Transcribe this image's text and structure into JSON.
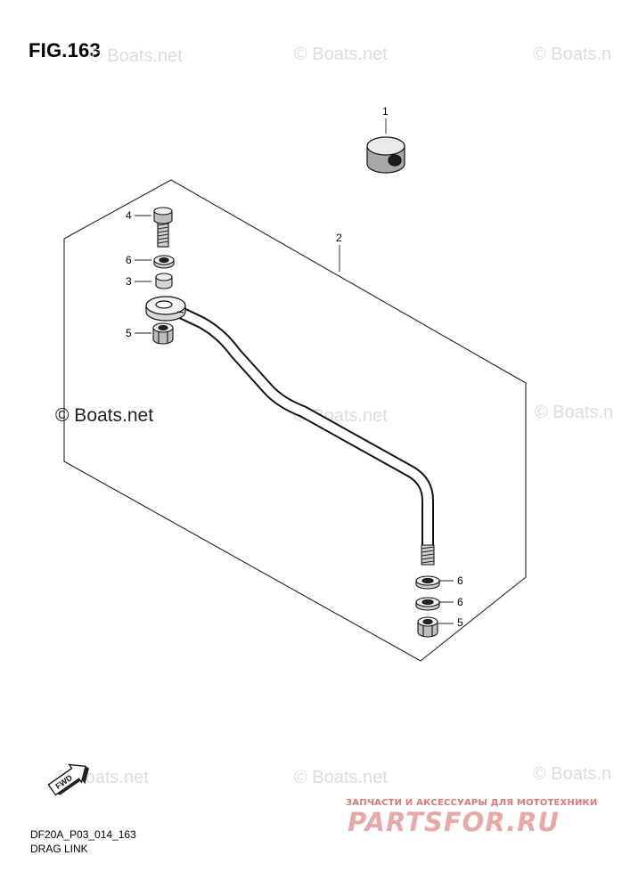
{
  "figure": {
    "title": "FIG.163",
    "code": "DF20A_P03_014_163",
    "name": "DRAG LINK"
  },
  "watermarks": {
    "text": "© Boats.net",
    "text_truncated": "© Boats.n"
  },
  "callouts": {
    "part1": "1",
    "part2": "2",
    "part3": "3",
    "part4": "4",
    "part5_top": "5",
    "part5_bottom": "5",
    "part6_top": "6",
    "part6_bottom_a": "6",
    "part6_bottom_b": "6"
  },
  "fwd_label": "FWD",
  "shop_watermark": {
    "tagline": "ЗАПЧАСТИ И АКСЕССУАРЫ ДЛЯ МОТОТЕХНИКИ",
    "logo": "PARTSFOR.RU",
    "color": "#e7a8a8"
  }
}
